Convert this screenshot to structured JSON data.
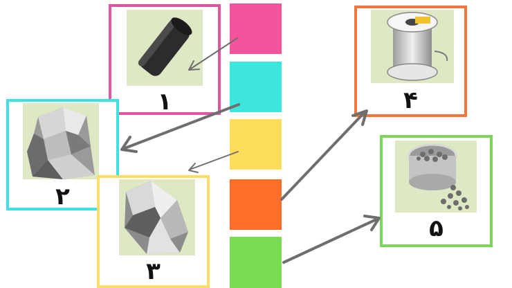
{
  "swatches": [
    {
      "name": "pink",
      "color": "#f4549c"
    },
    {
      "name": "cyan",
      "color": "#3de6dc"
    },
    {
      "name": "yellow",
      "color": "#fedc5c"
    },
    {
      "name": "orange",
      "color": "#ff6f2a"
    },
    {
      "name": "green",
      "color": "#7bdc54"
    }
  ],
  "cards": [
    {
      "label": "١",
      "border_color": "#e0559e",
      "photo": "charcoal-block"
    },
    {
      "label": "٢",
      "border_color": "#3ee0e0",
      "photo": "crumpled-foil"
    },
    {
      "label": "٣",
      "border_color": "#fbdd6a",
      "photo": "metal-chunk"
    },
    {
      "label": "۴",
      "border_color": "#f2763a",
      "photo": "solder-wire-spool"
    },
    {
      "label": "۵",
      "border_color": "#7bd65a",
      "photo": "metal-pellets-jar"
    }
  ],
  "arrow_color": "#6e6e6e"
}
